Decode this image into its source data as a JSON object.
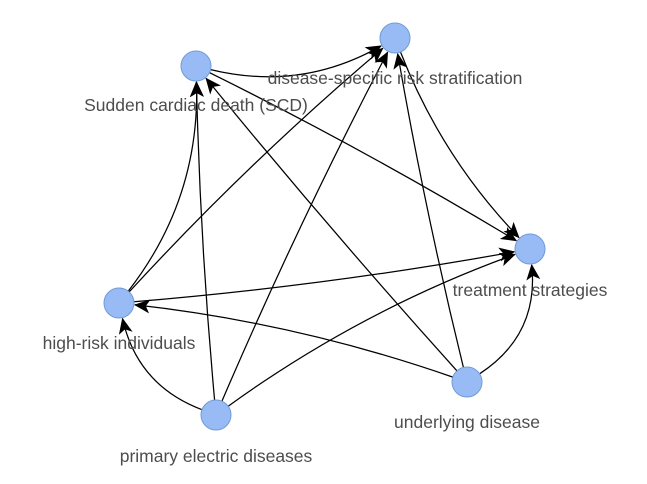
{
  "colors": {
    "node_fill": "#99bbf5",
    "node_stroke": "#6f9bd6",
    "edge": "#000000",
    "label": "#4d4d4d",
    "background": "#ffffff"
  },
  "nodes": [
    {
      "id": "scd",
      "label": "Sudden cardiac death (SCD)"
    },
    {
      "id": "dsrs",
      "label": "disease-specific risk stratification"
    },
    {
      "id": "ts",
      "label": "treatment strategies"
    },
    {
      "id": "hri",
      "label": "high-risk individuals"
    },
    {
      "id": "ud",
      "label": "underlying disease"
    },
    {
      "id": "ped",
      "label": "primary electric diseases"
    }
  ],
  "edges": [
    {
      "from": "scd",
      "to": "dsrs"
    },
    {
      "from": "scd",
      "to": "ts"
    },
    {
      "from": "dsrs",
      "to": "ts"
    },
    {
      "from": "hri",
      "to": "scd"
    },
    {
      "from": "hri",
      "to": "dsrs"
    },
    {
      "from": "hri",
      "to": "ts"
    },
    {
      "from": "ped",
      "to": "scd"
    },
    {
      "from": "ped",
      "to": "dsrs"
    },
    {
      "from": "ped",
      "to": "ts"
    },
    {
      "from": "ped",
      "to": "hri"
    },
    {
      "from": "ud",
      "to": "scd"
    },
    {
      "from": "ud",
      "to": "dsrs"
    },
    {
      "from": "ud",
      "to": "ts"
    },
    {
      "from": "ud",
      "to": "hri"
    }
  ]
}
